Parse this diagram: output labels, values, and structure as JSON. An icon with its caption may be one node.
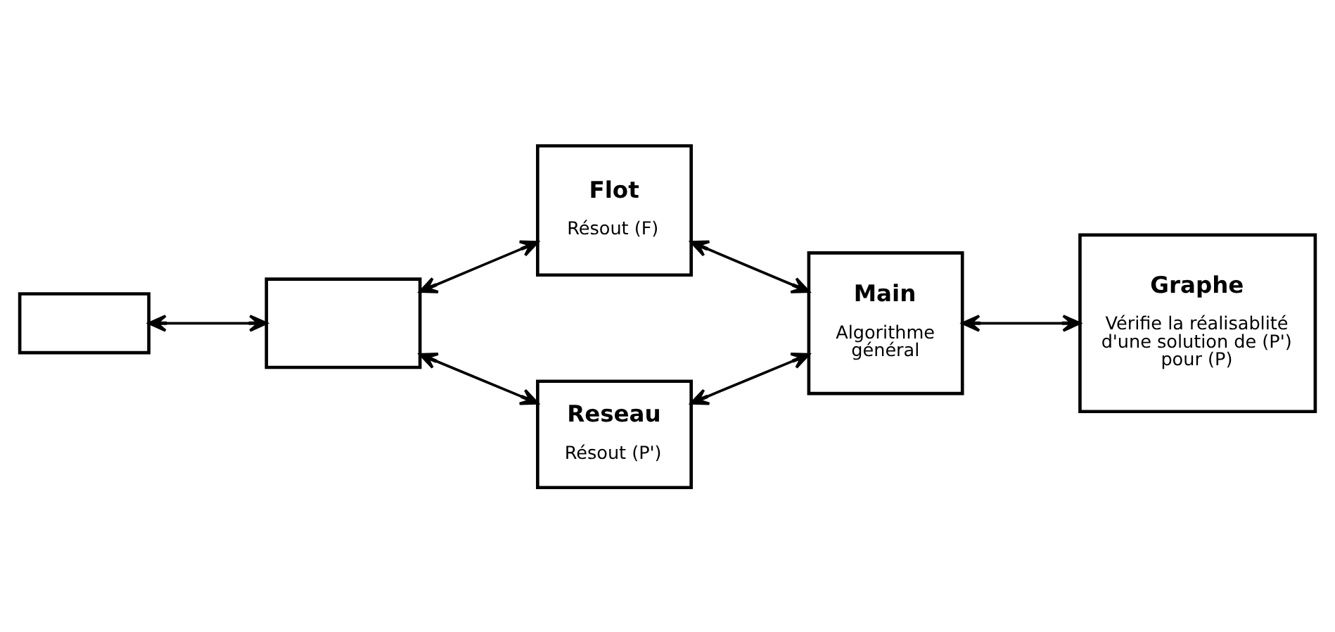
{
  "diagram": {
    "nodes": [
      {
        "text": [],
        "shape": "box"
      },
      {
        "text": [],
        "shape": "box"
      },
      {
        "text": [
          "Flot",
          "Résout (F)"
        ]
      },
      {
        "text": [
          "Reseau",
          "Résout (P')"
        ]
      },
      {
        "text": [
          "Main",
          "Algorithme général"
        ]
      },
      {
        "text": [
          "Graphe",
          "Vérifie la réalisablité d'une solution de (P') pour (P)"
        ]
      }
    ],
    "edges": [
      {
        "from": 0,
        "to": 1,
        "arrow": "both"
      },
      {
        "from": 1,
        "to": 2,
        "arrow": "both"
      },
      {
        "from": 1,
        "to": 3,
        "arrow": "both"
      },
      {
        "from": 2,
        "to": 4,
        "arrow": "both"
      },
      {
        "from": 3,
        "to": 4,
        "arrow": "both"
      },
      {
        "from": 4,
        "to": 5,
        "arrow": "both"
      }
    ]
  }
}
